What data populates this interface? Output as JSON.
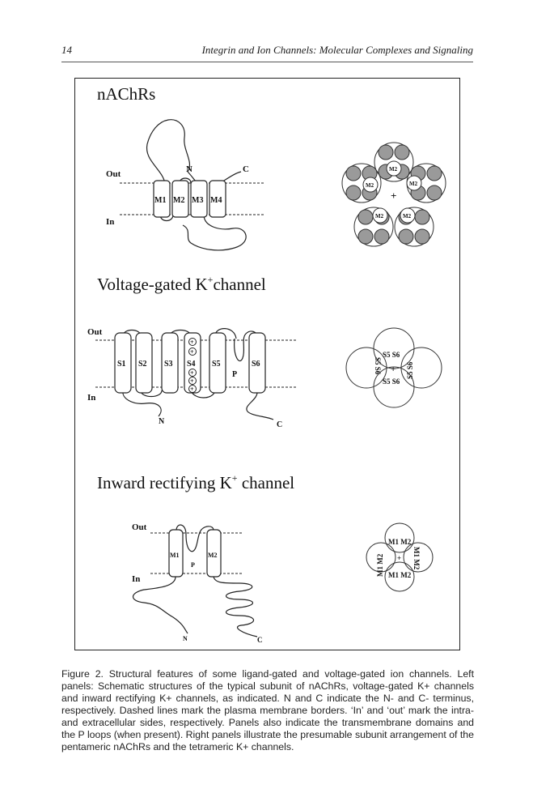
{
  "header": {
    "page_number": "14",
    "running_title": "Integrin and Ion Channels: Molecular Complexes and Signaling"
  },
  "figure": {
    "panel_nachr": {
      "title": "nAChRs",
      "out_label": "Out",
      "in_label": "In",
      "n_label": "N",
      "c_label": "C",
      "segments": [
        "M1",
        "M2",
        "M3",
        "M4"
      ],
      "pore_labels": [
        "M2",
        "M2",
        "M2",
        "M2",
        "M2"
      ],
      "pore_center": "+"
    },
    "panel_kv": {
      "title_main": "Voltage-gated K",
      "title_sup": "+",
      "title_tail": "channel",
      "out_label": "Out",
      "in_label": "In",
      "n_label": "N",
      "c_label": "C",
      "p_label": "P",
      "segments": [
        "S1",
        "S2",
        "S3",
        "S4",
        "S5",
        "S6"
      ],
      "charges": [
        "+",
        "+",
        "+",
        "+",
        "+"
      ],
      "pore_top": "S5 S6",
      "pore_bottom": "S5 S6",
      "pore_left": "S5 S6",
      "pore_right": "S5 S6",
      "pore_center": "+"
    },
    "panel_kir": {
      "title_main": "Inward rectifying K",
      "title_sup": "+",
      "title_tail": " channel",
      "out_label": "Out",
      "in_label": "In",
      "n_label": "N",
      "c_label": "C",
      "p_label": "P",
      "segments": [
        "M1",
        "M2"
      ],
      "pore_top": "M1 M2",
      "pore_bottom": "M1 M2",
      "pore_left": "M1 M2",
      "pore_right": "M1 M2",
      "pore_center": "+"
    }
  },
  "caption": {
    "text": "Figure 2. Structural features of some ligand-gated and voltage-gated ion channels. Left panels: Schematic structures of the typical subunit of nAChRs, voltage-gated K+ channels and inward rectifying K+ channels, as indicated. N and C indicate the N- and C- terminus, respectively. Dashed lines mark the plasma membrane borders. ‘In’ and ‘out’ mark the intra- and extracellular sides, respectively. Panels also indicate the transmembrane domains and the P loops (when present). Right panels illustrate the presumable subunit arrangement of the pentameric nAChRs and the tetrameric K+ channels."
  }
}
